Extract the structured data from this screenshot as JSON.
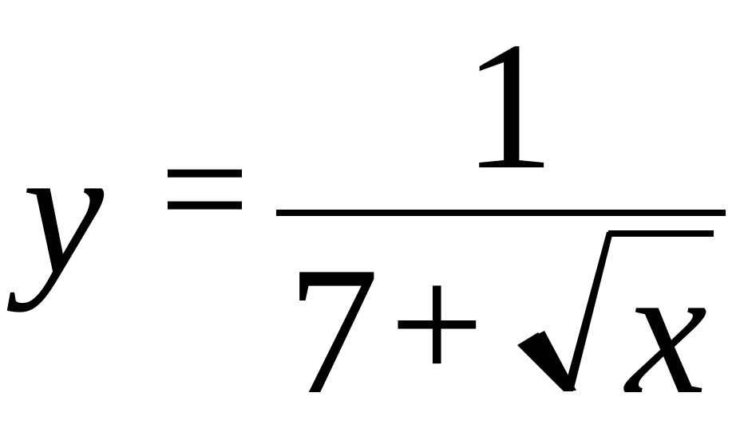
{
  "equation": {
    "lhs": "y",
    "equals": "=",
    "numerator": "1",
    "denominator": {
      "constant": "7",
      "operator": "+",
      "radicand": "x"
    }
  }
}
